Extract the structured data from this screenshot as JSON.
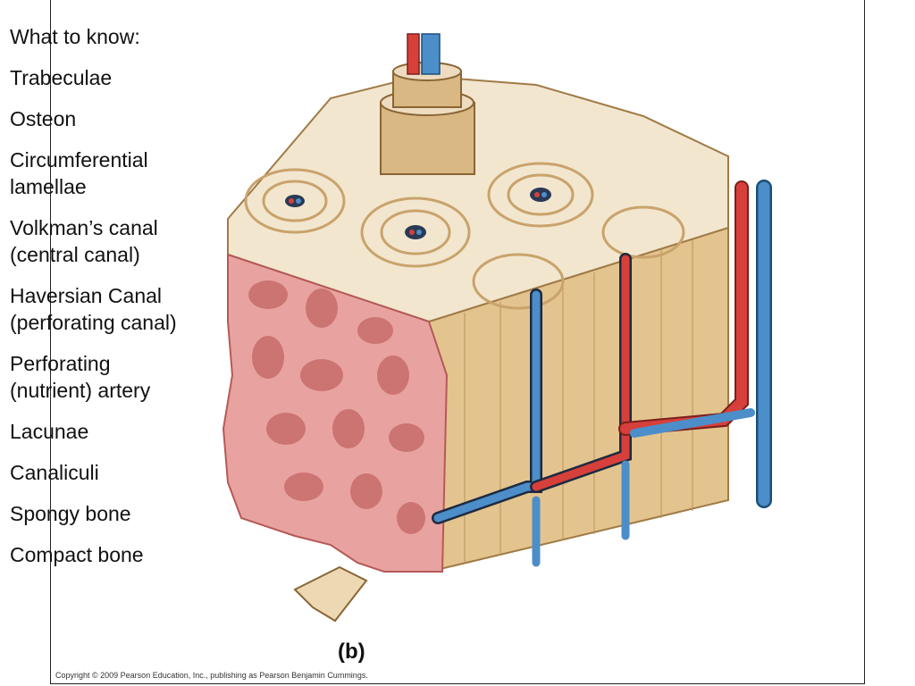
{
  "notes": {
    "heading": "What to know:",
    "items": [
      "Trabeculae",
      "Osteon",
      "Circumferential\nlamellae",
      "Volkman’s canal\n(central canal)",
      "Haversian Canal\n(perforating canal)",
      "Perforating\n(nutrient) artery",
      "Lacunae",
      "Canaliculi",
      "Spongy bone",
      "Compact bone"
    ]
  },
  "figure": {
    "panel_label": "(b)",
    "copyright": "Copyright © 2009 Pearson Education, Inc., publishing as Pearson Benjamin Cummings."
  },
  "colors": {
    "bone_tan": "#e3c48e",
    "bone_light": "#f2e6cf",
    "spongy_pink": "#e8a3a0",
    "artery_red": "#d7403a",
    "vein_blue": "#4c8ec9"
  }
}
